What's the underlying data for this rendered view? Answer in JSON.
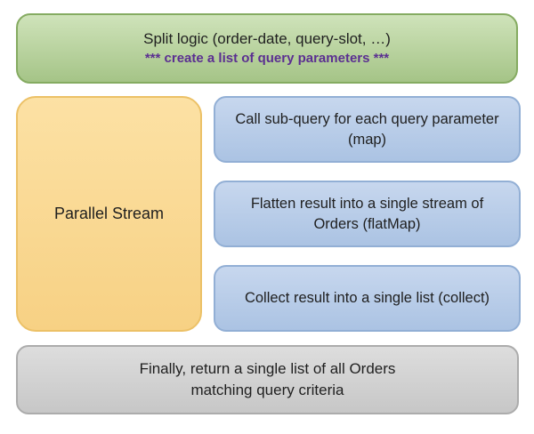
{
  "diagram": {
    "split_box": {
      "line1": "Split logic (order-date, query-slot, …)",
      "line2": "*** create a list of query parameters ***"
    },
    "parallel_box": {
      "label": "Parallel Stream"
    },
    "steps": [
      {
        "label": "Call sub-query for each query parameter (map)"
      },
      {
        "label": "Flatten result into a single stream of Orders (flatMap)"
      },
      {
        "label": "Collect result into a single list (collect)"
      }
    ],
    "result_box": {
      "line1": "Finally, return a single list of all Orders",
      "line2": "matching query criteria"
    }
  },
  "colors": {
    "background": "#ffffff",
    "text": "#1f1f1f",
    "accent-purple": "#5b2f91",
    "green-top": "#cfe3ba",
    "green-bottom": "#a5c487",
    "green-border": "#85ab61",
    "yellow-top": "#fce1a4",
    "yellow-bottom": "#f7d184",
    "yellow-border": "#ecc167",
    "blue-top": "#c7d7ee",
    "blue-bottom": "#abc3e3",
    "blue-border": "#92afd5",
    "gray-top": "#dddddd",
    "gray-bottom": "#c7c7c7",
    "gray-border": "#acacac"
  }
}
